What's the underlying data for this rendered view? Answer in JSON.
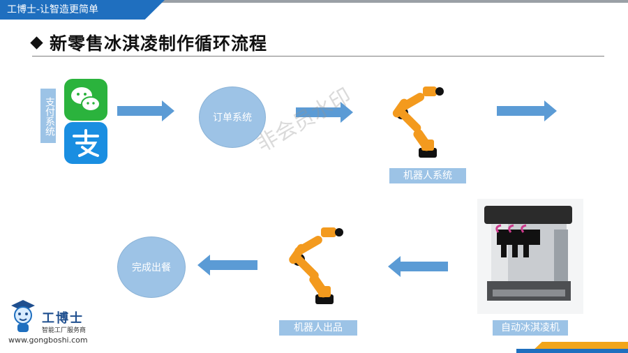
{
  "header": {
    "brand_slogan": "工博士-让智造更简单"
  },
  "slide": {
    "title": "新零售冰淇凌制作循环流程"
  },
  "flow": {
    "payment_label": "支付系统",
    "order_label": "订单系统",
    "robot_system_label": "机器人系统",
    "ice_cream_machine_label": "自动冰淇凌机",
    "robot_output_label": "机器人出品",
    "complete_label": "完成出餐"
  },
  "watermark": "非会员水印",
  "logo": {
    "name": "工博士",
    "tagline": "智能工厂服务商",
    "url": "www.gongboshi.com"
  },
  "colors": {
    "accent": "#1f6fbf",
    "label_bg": "#9cc3e6",
    "arrow": "#5b9bd5",
    "robot": "#f39a1e"
  }
}
